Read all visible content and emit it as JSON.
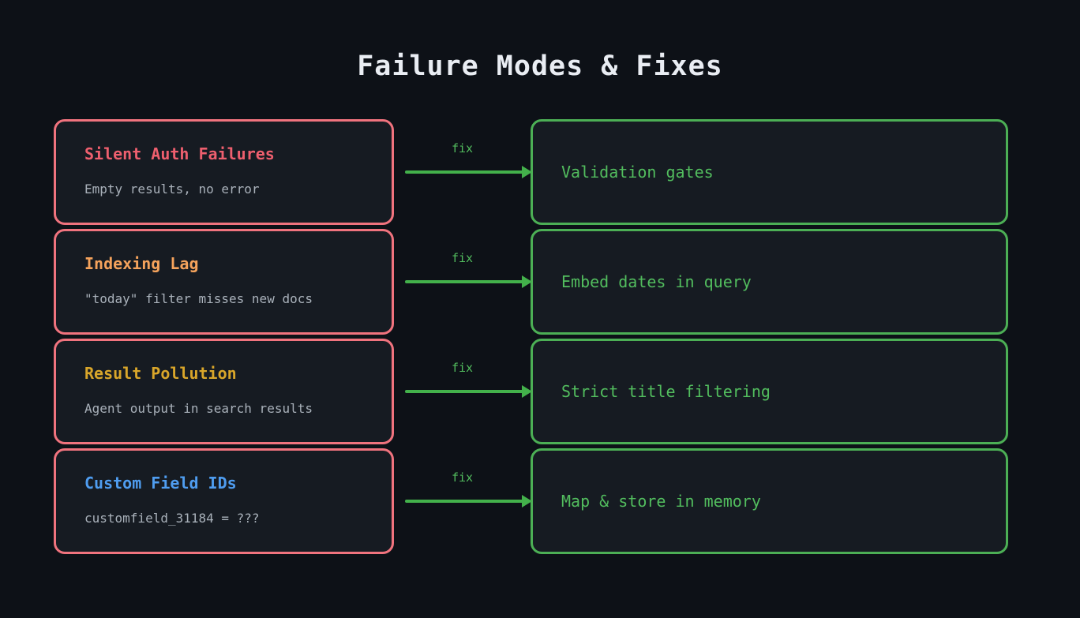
{
  "title": "Failure Modes & Fixes",
  "colors": {
    "background": "#0d1117",
    "card_background": "#161b22",
    "title_text": "#e9edf3",
    "desc_text": "#a9b1ba",
    "failure_border": "#f0737e",
    "fix_border": "#4caf55",
    "fix_text": "#52bd5e",
    "arrow": "#43b14b"
  },
  "rows": [
    {
      "failure_title": "Silent Auth Failures",
      "failure_title_color": "#ee5f6e",
      "failure_desc": "Empty results, no error",
      "arrow_label": "fix",
      "fix_label": "Validation gates"
    },
    {
      "failure_title": "Indexing Lag",
      "failure_title_color": "#f5a35c",
      "failure_desc": "\"today\" filter misses new docs",
      "arrow_label": "fix",
      "fix_label": "Embed dates in query"
    },
    {
      "failure_title": "Result Pollution",
      "failure_title_color": "#d9a62a",
      "failure_desc": "Agent output in search results",
      "arrow_label": "fix",
      "fix_label": "Strict title filtering"
    },
    {
      "failure_title": "Custom Field IDs",
      "failure_title_color": "#4f9df0",
      "failure_desc": "customfield_31184 = ???",
      "arrow_label": "fix",
      "fix_label": "Map & store in memory"
    }
  ]
}
